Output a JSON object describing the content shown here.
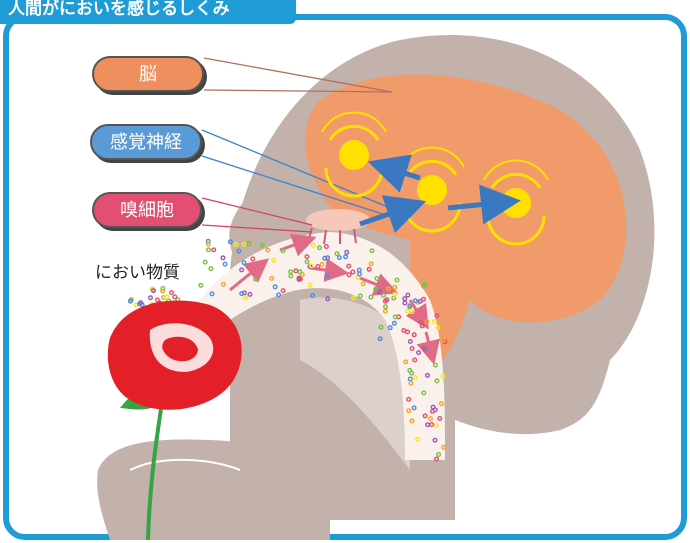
{
  "title": "人間がにおいを感じるしくみ",
  "labels": {
    "brain": "脳",
    "sensory_nerve": "感覚神経",
    "olfactory_cell": "嗅細胞",
    "odor_substance": "におい物質"
  },
  "colors": {
    "frame": "#1f9bd6",
    "head": "#c2b2ab",
    "brain": "#f19a6a",
    "brain_label": "#ef8f5d",
    "nerve_label": "#5a9ad6",
    "cell_label": "#e24f72",
    "airway": "#fbf1ec",
    "flow_arrow": "#e06a87",
    "signal_arrow": "#3a78c2",
    "signal_glow": "#ffe000",
    "rose": "#e32027",
    "stem": "#35a447"
  },
  "icons": {
    "flower": "rose-icon",
    "hand": "hand-icon"
  }
}
